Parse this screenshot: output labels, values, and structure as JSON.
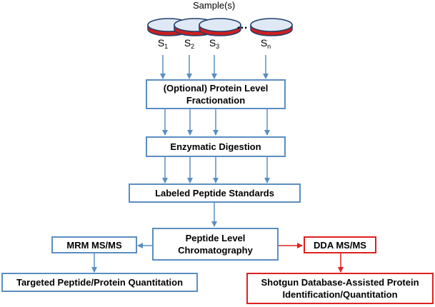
{
  "diagram": {
    "title": "Sample(s)",
    "ellipsis": "…",
    "samples": [
      {
        "base": "S",
        "sub": "1"
      },
      {
        "base": "S",
        "sub": "2"
      },
      {
        "base": "S",
        "sub": "3"
      },
      {
        "base": "S",
        "sub": "n"
      }
    ],
    "steps": {
      "fractionation": "(Optional) Protein Level\nFractionation",
      "digestion": "Enzymatic Digestion",
      "standards": "Labeled Peptide Standards",
      "chromatography": "Peptide Level\nChromatography",
      "mrm": "MRM MS/MS",
      "dda": "DDA MS/MS",
      "targeted": "Targeted Peptide/Protein Quantitation",
      "shotgun": "Shotgun Database-Assisted Protein\nIdentification/Quantitation"
    },
    "colors": {
      "blue_border": "#5b8ec2",
      "blue_arrow": "#5b8ec2",
      "red": "#e02020",
      "dish_fill": "#cc1f1f",
      "dish_top": "#dfe9f5",
      "dish_edge": "#1f3f6b"
    }
  }
}
